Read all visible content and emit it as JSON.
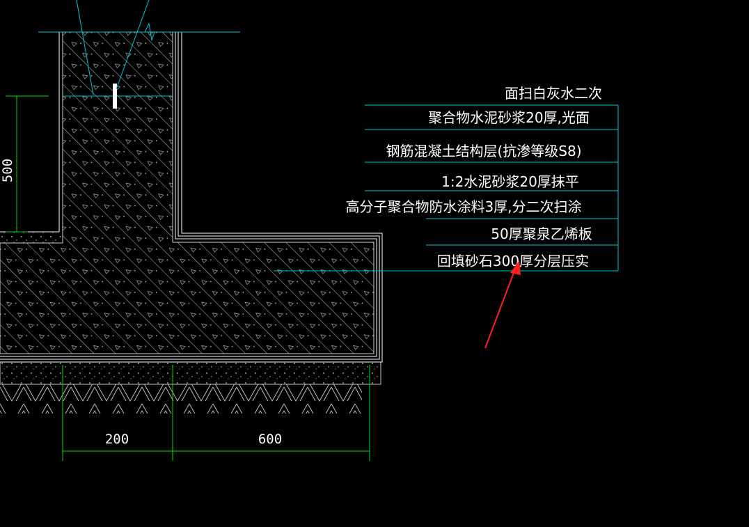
{
  "layers": {
    "note_lines": "Page 1",
    "dims_and_hatch": "Page 1"
  },
  "labels": [
    "面扫白灰水二次",
    "聚合物水泥砂浆20厚,光面",
    "钢筋混凝土结构层(抗渗等级S8)",
    "1:2水泥砂浆20厚抹平",
    "高分子聚合物防水涂料3厚,分二次扫涂",
    "50厚聚泉乙烯板",
    "回填砂石300厚分层压实"
  ],
  "dimensions": {
    "vertical": "500",
    "left_span": "200",
    "right_span": "600"
  },
  "colors": {
    "background": "#000000",
    "leader": "#00c8d8",
    "dimension": "#00e000",
    "arrow": "#ff2020",
    "text": "#ffffff",
    "hatch": "#c8c8c8"
  }
}
